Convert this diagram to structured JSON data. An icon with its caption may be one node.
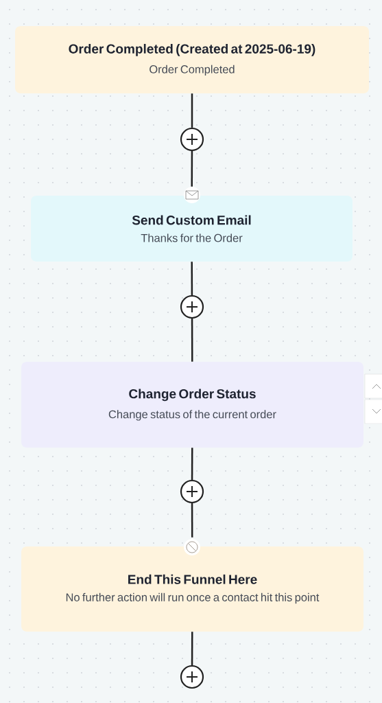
{
  "diagram": {
    "nodes": [
      {
        "text": [
          "Order Completed (Created at 2025-06-19)",
          "Order Completed"
        ]
      },
      {
        "text": [],
        "shape": "circle"
      },
      {
        "text": [
          "Send Custom Email",
          "Thanks for the Order"
        ]
      },
      {
        "text": [],
        "shape": "circle"
      },
      {
        "text": [
          "Change Order Status",
          "Change status of the current order"
        ]
      },
      {
        "text": [],
        "shape": "circle"
      },
      {
        "text": [
          "End This Funnel Here",
          "No further action will run once a contact hit this point"
        ]
      },
      {
        "text": [],
        "shape": "circle"
      }
    ],
    "edges": [
      {
        "from": 0,
        "to": 1,
        "arrow": "none"
      },
      {
        "from": 1,
        "to": 2,
        "arrow": "none"
      },
      {
        "from": 2,
        "to": 3,
        "arrow": "none"
      },
      {
        "from": 3,
        "to": 4,
        "arrow": "none"
      },
      {
        "from": 4,
        "to": 5,
        "arrow": "none"
      },
      {
        "from": 5,
        "to": 6,
        "arrow": "none"
      },
      {
        "from": 6,
        "to": 7,
        "arrow": "none"
      }
    ]
  }
}
